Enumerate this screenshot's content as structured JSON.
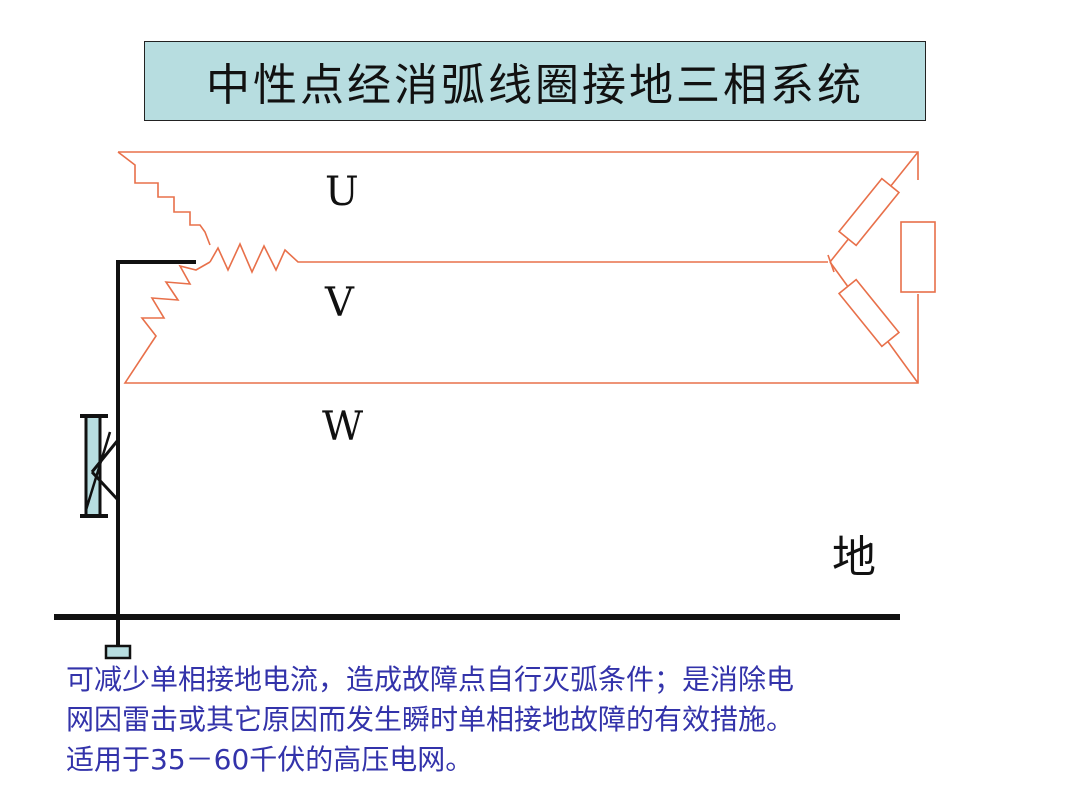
{
  "title": "中性点经消弧线圈接地三相系统",
  "diagram": {
    "phases": [
      "U",
      "V",
      "W"
    ],
    "ground_label": "地",
    "colors": {
      "line": "#e8704a",
      "ground": "#111111",
      "title_bg": "#b7dde0",
      "coil_fill": "#b7dde0",
      "text": "#3333aa"
    }
  },
  "description": [
    "可减少单相接地电流，造成故障点自行灭弧条件；是消除电",
    "网因雷击或其它原因而发生瞬时单相接地故障的有效措施。",
    "适用于35－60千伏的高压电网。"
  ]
}
